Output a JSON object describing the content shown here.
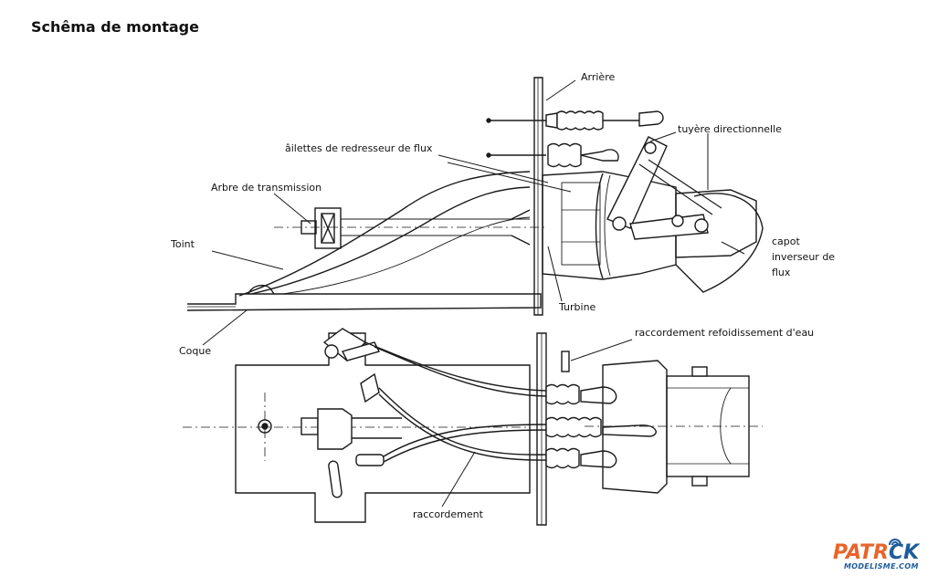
{
  "title": "Schêma de montage",
  "labels": {
    "arriere": "Arrière",
    "tuyere": "tuyère directionnelle",
    "ailettes": "âilettes de redresseur de flux",
    "arbre": "Arbre de transmission",
    "toint": "Toint",
    "capot1": "capot",
    "capot2": "inverseur de",
    "capot3": "flux",
    "turbine": "Turbine",
    "coque": "Coque",
    "raccord_eau": "raccordement refoidissement d'eau",
    "raccordement": "raccordement"
  },
  "logo": {
    "brand_part1": "PATR",
    "brand_part2": "CK",
    "site": "MODELISME.COM",
    "color_primary": "#e8642a",
    "color_secondary": "#1d5d9b"
  }
}
